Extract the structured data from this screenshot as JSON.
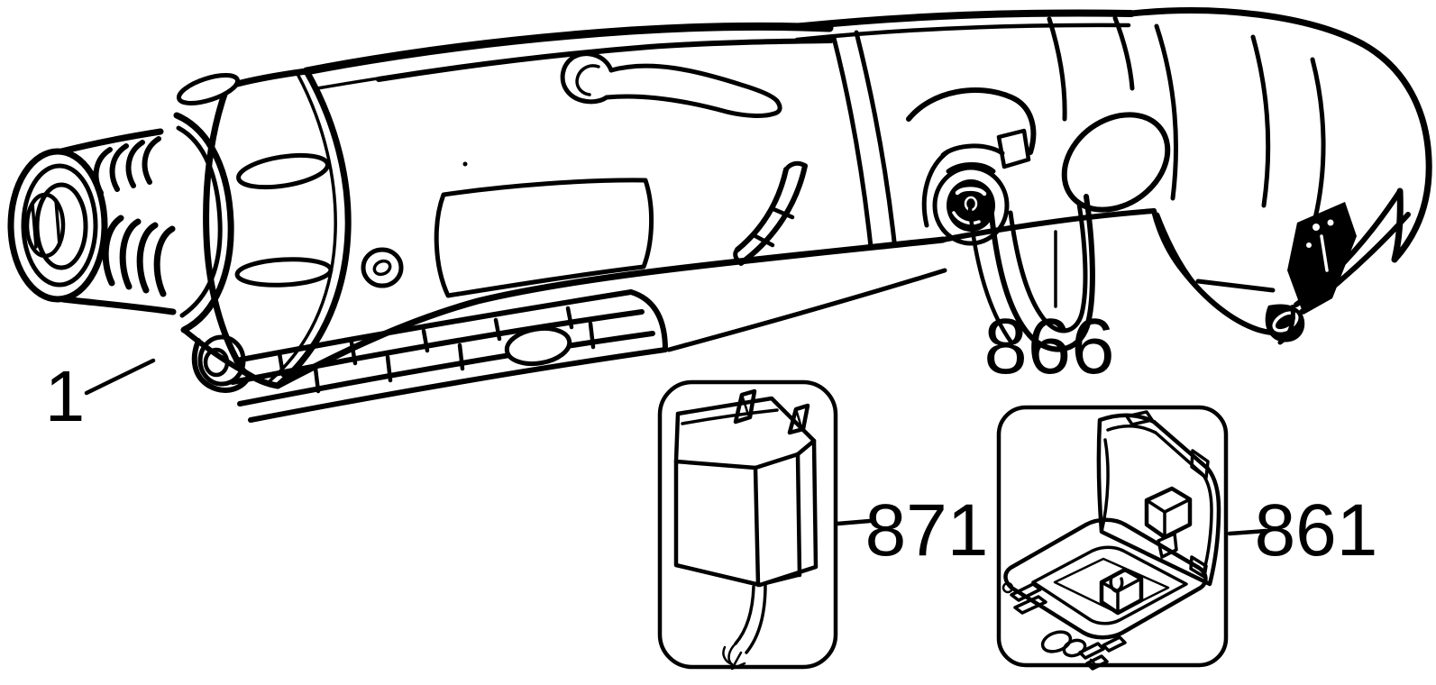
{
  "diagram": {
    "type": "parts-diagram",
    "background_color": "#ffffff",
    "line_color": "#000000",
    "callouts": [
      {
        "label": "1"
      },
      {
        "label": "866"
      },
      {
        "label": "871"
      },
      {
        "label": "861"
      }
    ],
    "figures": [
      {
        "name": "cordless-pivot-screwdriver-drawing"
      },
      {
        "name": "charger-plug-drawing"
      },
      {
        "name": "storage-case-drawing"
      }
    ]
  }
}
